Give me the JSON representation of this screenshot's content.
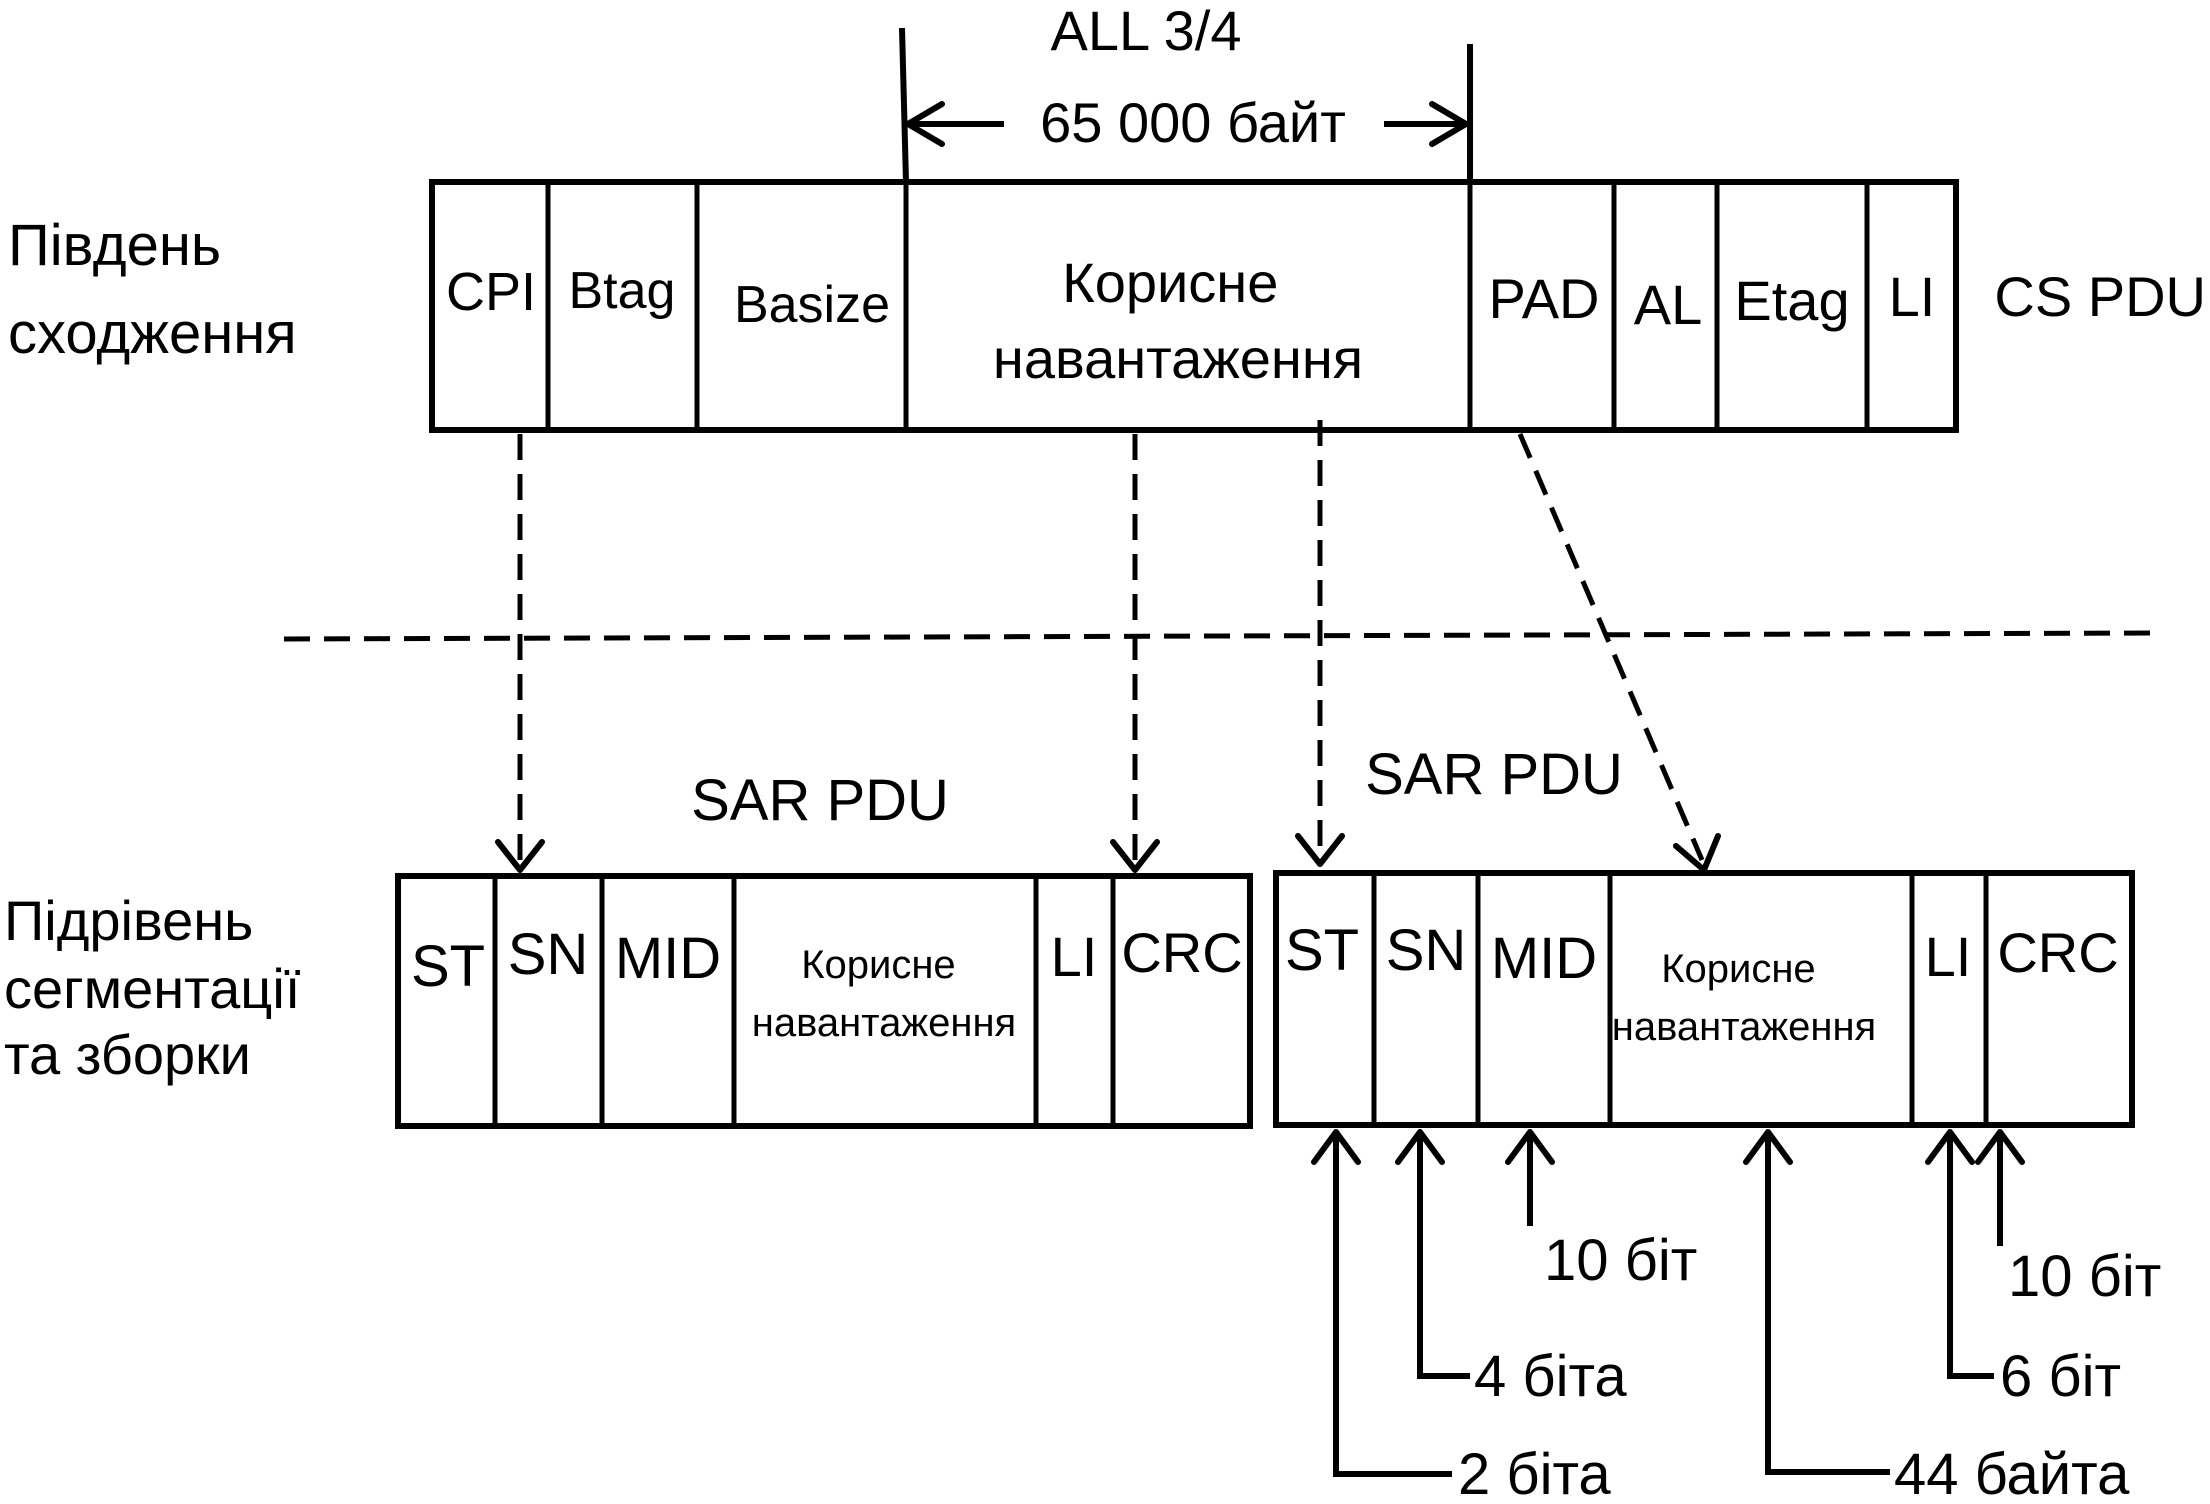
{
  "header": {
    "protocol": "ALL 3/4",
    "length": "65 000 байт"
  },
  "layers": {
    "convergence": [
      "Південь",
      "сходження"
    ],
    "segmentation": [
      "Підрівень",
      "сегментації",
      "та зборки"
    ]
  },
  "cs_pdu": {
    "label": "CS PDU",
    "fields": {
      "cpi": "CPI",
      "btag": "Btag",
      "basize": "Basize",
      "payload": [
        "Корисне",
        "навантаження"
      ],
      "pad": "PAD",
      "al": "AL",
      "etag": "Etag",
      "li": "LI"
    }
  },
  "sar_left": {
    "label": "SAR PDU",
    "fields": {
      "st": "ST",
      "sn": "SN",
      "mid": "MID",
      "payload": [
        "Корисне",
        "навантаження"
      ],
      "li": "LI",
      "crc": "CRC"
    }
  },
  "sar_right": {
    "label": "SAR PDU",
    "fields": {
      "st": "ST",
      "sn": "SN",
      "mid": "MID",
      "payload": [
        "Корисне",
        "навантаження"
      ],
      "li": "LI",
      "crc": "CRC"
    }
  },
  "field_sizes": {
    "st": "2 біта",
    "sn": "4 біта",
    "mid": "10 біт",
    "payload": "44 байта",
    "li": "6 біт",
    "crc": "10 біт"
  },
  "colors": {
    "stroke": "#000000",
    "background": "#ffffff"
  }
}
